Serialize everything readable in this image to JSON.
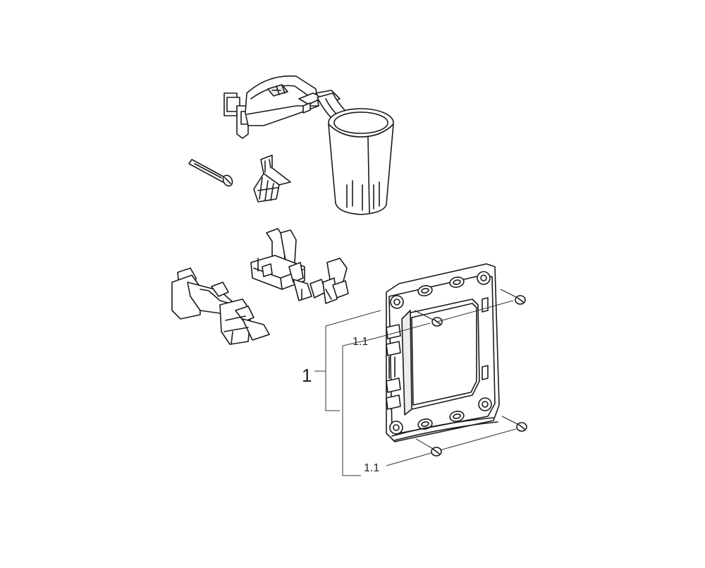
{
  "diagram": {
    "callouts": {
      "main": "1",
      "top_sub": "1.1",
      "bottom_sub": "1.1"
    },
    "parts": [
      "cistern-bracket-with-cup",
      "long-bolt",
      "wedge-clip",
      "mounting-clip-upper",
      "mounting-clip-lower",
      "mounting-frame",
      "screw"
    ],
    "colors": {
      "line": "#1a1a1a",
      "fill": "#ffffff",
      "shade": "#ededed"
    }
  }
}
